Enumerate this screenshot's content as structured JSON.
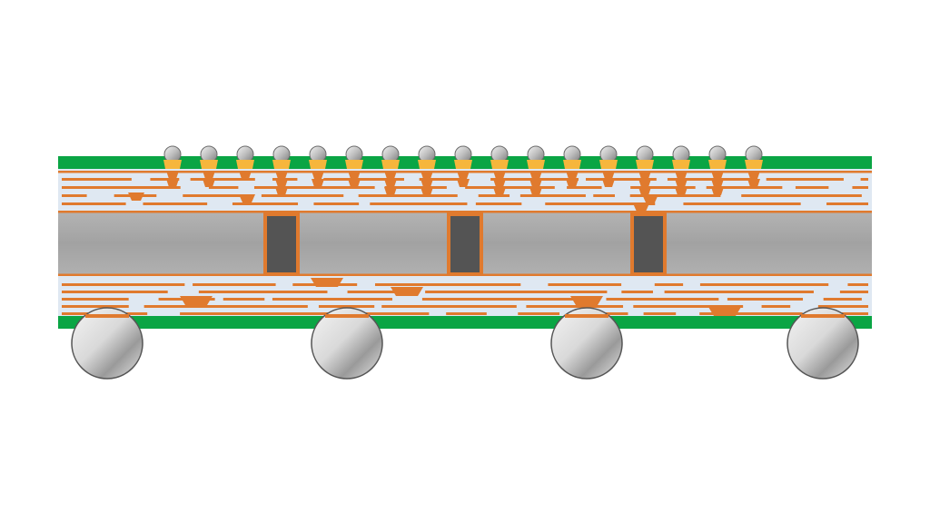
{
  "diagram": {
    "subject": "substrate-cross-section",
    "colors": {
      "background": "#ffffff",
      "solder_mask": "#0aa544",
      "dielectric": "#dfe8f2",
      "copper": "#e07a2e",
      "copper_dark": "#b85a1c",
      "copper_light": "#f6b63c",
      "core": "#a8a8a8",
      "through_via": "#545454",
      "solder_ball": "#c8c8c8",
      "solder_ball_outline": "#555555"
    },
    "counts": {
      "top_bumps": 17,
      "bottom_balls": 4,
      "core_vias": 3,
      "top_buildup_trace_rows": 5,
      "bottom_buildup_trace_rows": 5
    },
    "icons": [
      "solder-bump-icon",
      "solder-ball-icon",
      "plated-through-via-icon"
    ]
  }
}
